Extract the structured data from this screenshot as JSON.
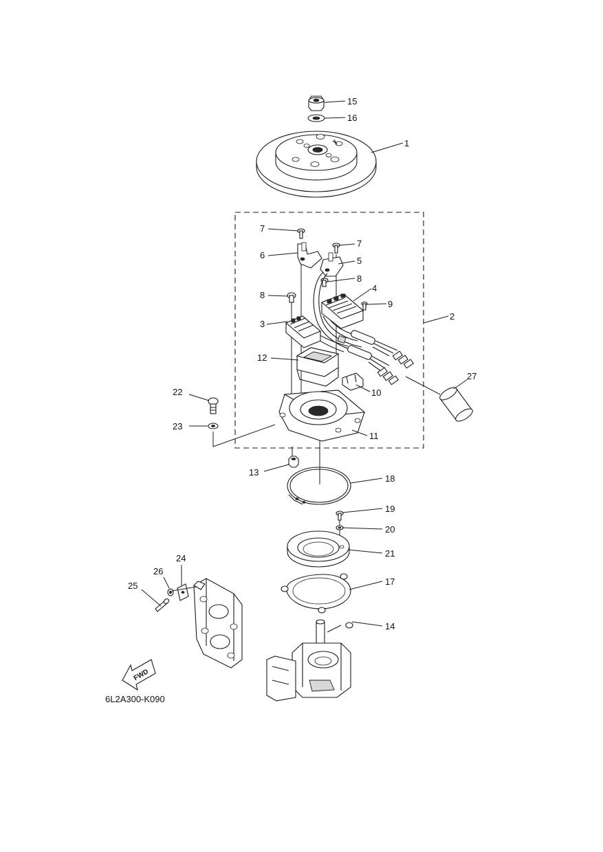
{
  "diagram_code": "6L2A300-K090",
  "fwd_label": "FWD",
  "callouts": [
    {
      "id": "1",
      "text": "1"
    },
    {
      "id": "2",
      "text": "2"
    },
    {
      "id": "3",
      "text": "3"
    },
    {
      "id": "4",
      "text": "4"
    },
    {
      "id": "5",
      "text": "5"
    },
    {
      "id": "6",
      "text": "6"
    },
    {
      "id": "7a",
      "text": "7"
    },
    {
      "id": "7b",
      "text": "7"
    },
    {
      "id": "8a",
      "text": "8"
    },
    {
      "id": "8b",
      "text": "8"
    },
    {
      "id": "9",
      "text": "9"
    },
    {
      "id": "10",
      "text": "10"
    },
    {
      "id": "11",
      "text": "11"
    },
    {
      "id": "12",
      "text": "12"
    },
    {
      "id": "13",
      "text": "13"
    },
    {
      "id": "14",
      "text": "14"
    },
    {
      "id": "15",
      "text": "15"
    },
    {
      "id": "16",
      "text": "16"
    },
    {
      "id": "17",
      "text": "17"
    },
    {
      "id": "18",
      "text": "18"
    },
    {
      "id": "19",
      "text": "19"
    },
    {
      "id": "20",
      "text": "20"
    },
    {
      "id": "21",
      "text": "21"
    },
    {
      "id": "22",
      "text": "22"
    },
    {
      "id": "23",
      "text": "23"
    },
    {
      "id": "24",
      "text": "24"
    },
    {
      "id": "25",
      "text": "25"
    },
    {
      "id": "26",
      "text": "26"
    },
    {
      "id": "27",
      "text": "27"
    }
  ]
}
